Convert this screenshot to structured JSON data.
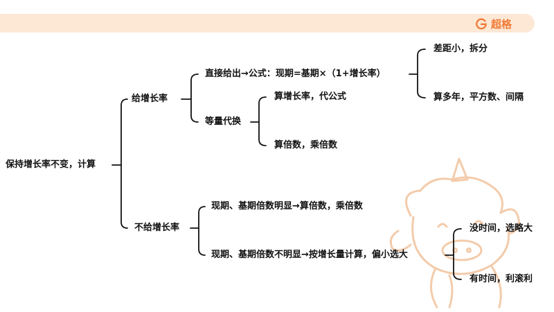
{
  "brand": {
    "name": "超格",
    "color": "#f07a35",
    "icon": "g-logo-icon"
  },
  "colors": {
    "banner": "#fde8d6",
    "line": "#111111",
    "mascot_stroke": "#f3c9a6"
  },
  "tree": {
    "root": "保持增长率不变，计算",
    "given": {
      "label": "给增长率",
      "direct": {
        "label": "直接给出→公式：现期=基期×（1+增长率）",
        "children": [
          "差距小，拆分",
          "算多年，平方数、间隔"
        ]
      },
      "equal": {
        "label": "等量代换",
        "children": [
          "算增长率，代公式",
          "算倍数，乘倍数"
        ]
      }
    },
    "not_given": {
      "label": "不给增长率",
      "obvious": "现期、基期倍数明显→算倍数，乘倍数",
      "unclear": {
        "label": "现期、基期倍数不明显→按增长量计算，偏小选大",
        "children": [
          "没时间，选略大",
          "有时间，利滚利"
        ]
      }
    }
  }
}
